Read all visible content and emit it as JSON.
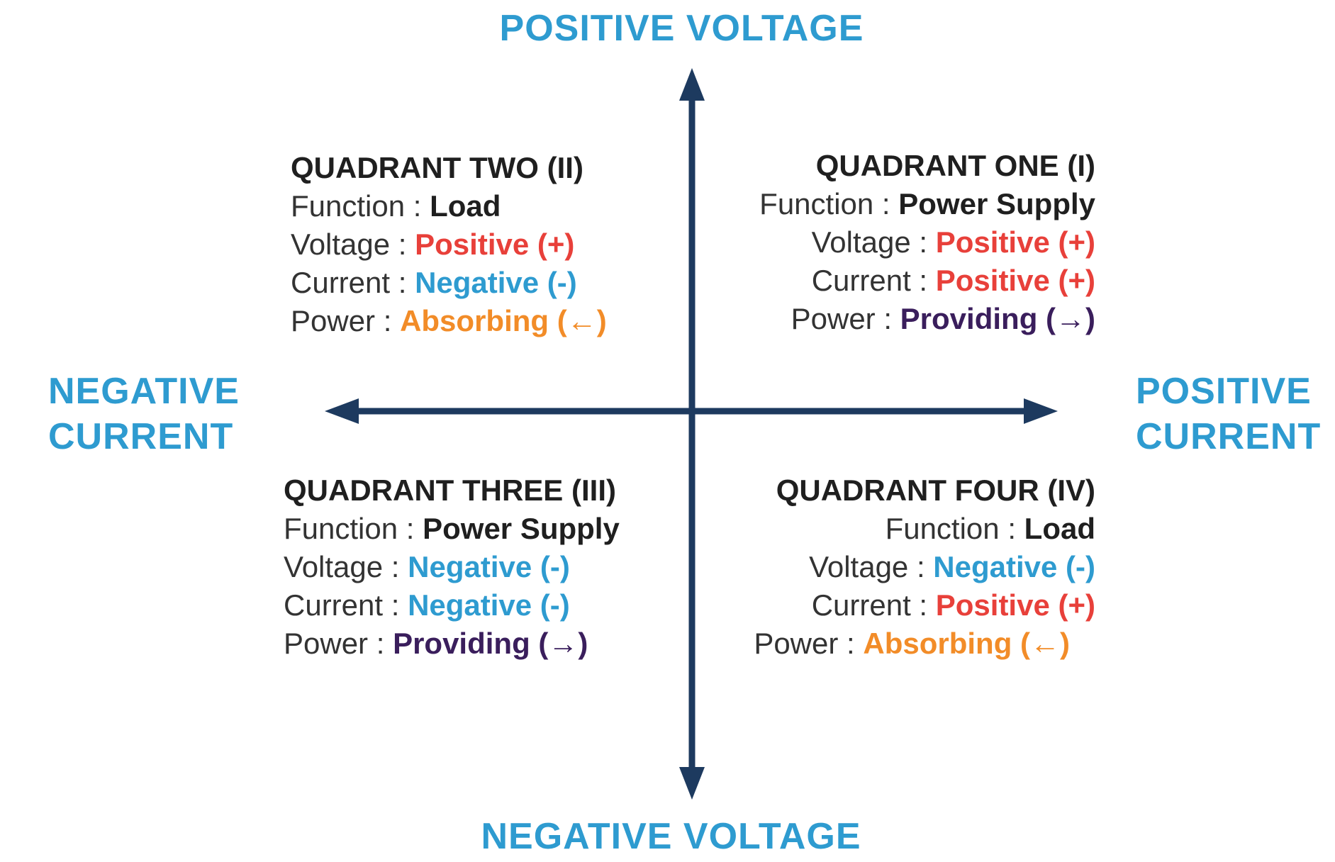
{
  "axes": {
    "top": "POSITIVE VOLTAGE",
    "bottom": "NEGATIVE VOLTAGE",
    "left_line1": "NEGATIVE",
    "left_line2": "CURRENT",
    "right_line1": "POSITIVE",
    "right_line2": "CURRENT",
    "axis_color": "#1d3a5f",
    "label_color": "#2e9bd0"
  },
  "quadrants": {
    "q1": {
      "title": "QUADRANT ONE (I)",
      "function_key": "Function : ",
      "function_val": "Power Supply",
      "voltage_key": "Voltage : ",
      "voltage_val": "Positive (+)",
      "current_key": "Current : ",
      "current_val": "Positive (+)",
      "power_key": "Power : ",
      "power_val": "Providing (→)"
    },
    "q2": {
      "title": "QUADRANT TWO (II)",
      "function_key": "Function : ",
      "function_val": "Load",
      "voltage_key": "Voltage : ",
      "voltage_val": "Positive (+)",
      "current_key": "Current : ",
      "current_val": "Negative (-)",
      "power_key": "Power : ",
      "power_val": "Absorbing (←)"
    },
    "q3": {
      "title": "QUADRANT THREE (III)",
      "function_key": "Function : ",
      "function_val": "Power Supply",
      "voltage_key": "Voltage : ",
      "voltage_val": "Negative (-)",
      "current_key": "Current : ",
      "current_val": "Negative (-)",
      "power_key": "Power : ",
      "power_val": "Providing (→)"
    },
    "q4": {
      "title": "QUADRANT FOUR (IV)",
      "function_key": "Function : ",
      "function_val": "Load",
      "voltage_key": "Voltage : ",
      "voltage_val": "Negative (-)",
      "current_key": "Current : ",
      "current_val": "Positive (+)",
      "power_key": "Power : ",
      "power_val": "Absorbing (←)"
    }
  },
  "colors": {
    "positive": "#e8403a",
    "negative": "#2e9bd0",
    "absorbing": "#f28c28",
    "providing": "#3a1e5c"
  }
}
